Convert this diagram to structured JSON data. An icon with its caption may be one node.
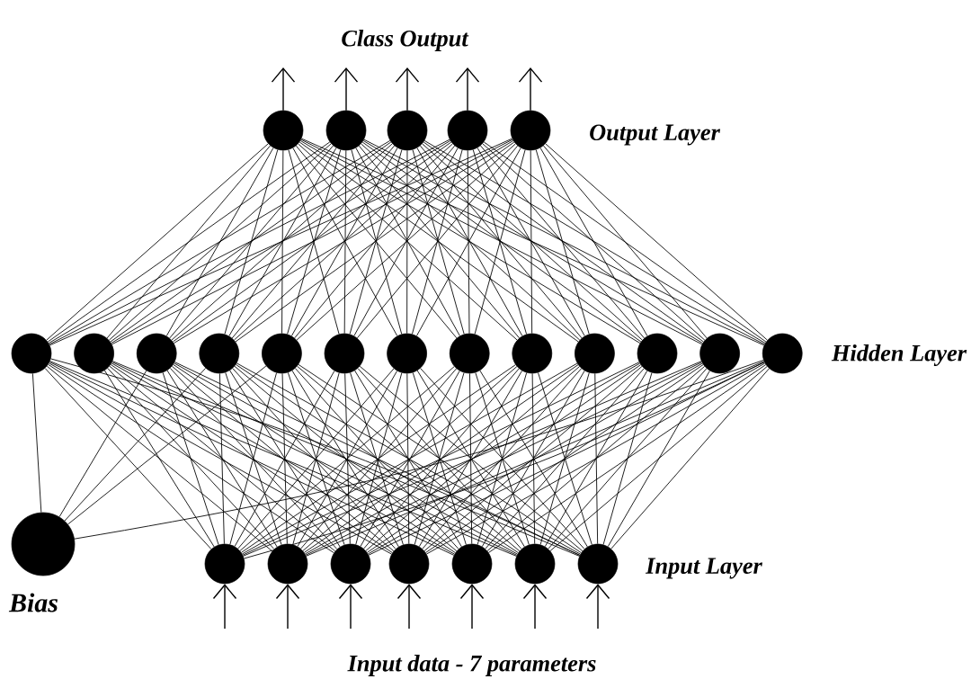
{
  "diagram": {
    "title": "Class Output",
    "caption": "Input data - 7 parameters",
    "nodes": [
      {
        "text": [],
        "shape": "circle"
      },
      {
        "text": [],
        "shape": "circle"
      },
      {
        "text": [],
        "shape": "circle"
      },
      {
        "text": [],
        "shape": "circle"
      },
      {
        "text": [],
        "shape": "circle"
      },
      {
        "text": [],
        "shape": "circle"
      },
      {
        "text": [],
        "shape": "circle"
      },
      {
        "text": [],
        "shape": "circle"
      },
      {
        "text": [],
        "shape": "circle"
      },
      {
        "text": [],
        "shape": "circle"
      },
      {
        "text": [],
        "shape": "circle"
      },
      {
        "text": [],
        "shape": "circle"
      },
      {
        "text": [],
        "shape": "circle"
      },
      {
        "text": [],
        "shape": "circle"
      },
      {
        "text": [],
        "shape": "circle"
      },
      {
        "text": [],
        "shape": "circle"
      },
      {
        "text": [],
        "shape": "circle"
      },
      {
        "text": [],
        "shape": "circle"
      },
      {
        "text": [],
        "shape": "circle"
      },
      {
        "text": [],
        "shape": "circle"
      },
      {
        "text": [],
        "shape": "circle"
      },
      {
        "text": [],
        "shape": "circle"
      },
      {
        "text": [],
        "shape": "circle"
      },
      {
        "text": [],
        "shape": "circle"
      },
      {
        "text": [],
        "shape": "circle"
      },
      {
        "text": [],
        "shape": "circle",
        "beside": [
          "Bias"
        ]
      }
    ],
    "edges": [
      {
        "from": 0,
        "to": null,
        "arrow": "to"
      },
      {
        "from": 1,
        "to": null,
        "arrow": "to"
      },
      {
        "from": 2,
        "to": null,
        "arrow": "to"
      },
      {
        "from": 3,
        "to": null,
        "arrow": "to"
      },
      {
        "from": 4,
        "to": null,
        "arrow": "to"
      },
      {
        "from": null,
        "to": 18,
        "arrow": "to"
      },
      {
        "from": null,
        "to": 19,
        "arrow": "to"
      },
      {
        "from": null,
        "to": 20,
        "arrow": "to"
      },
      {
        "from": null,
        "to": 21,
        "arrow": "to"
      },
      {
        "from": null,
        "to": 22,
        "arrow": "to"
      },
      {
        "from": null,
        "to": 23,
        "arrow": "to"
      },
      {
        "from": null,
        "to": 24,
        "arrow": "to"
      },
      {
        "from": 5,
        "to": 0,
        "arrow": "none"
      },
      {
        "from": 5,
        "to": 1,
        "arrow": "none"
      },
      {
        "from": 5,
        "to": 2,
        "arrow": "none"
      },
      {
        "from": 5,
        "to": 3,
        "arrow": "none"
      },
      {
        "from": 5,
        "to": 4,
        "arrow": "none"
      },
      {
        "from": 6,
        "to": 0,
        "arrow": "none"
      },
      {
        "from": 6,
        "to": 1,
        "arrow": "none"
      },
      {
        "from": 6,
        "to": 2,
        "arrow": "none"
      },
      {
        "from": 6,
        "to": 3,
        "arrow": "none"
      },
      {
        "from": 6,
        "to": 4,
        "arrow": "none"
      },
      {
        "from": 7,
        "to": 0,
        "arrow": "none"
      },
      {
        "from": 7,
        "to": 1,
        "arrow": "none"
      },
      {
        "from": 7,
        "to": 2,
        "arrow": "none"
      },
      {
        "from": 7,
        "to": 3,
        "arrow": "none"
      },
      {
        "from": 7,
        "to": 4,
        "arrow": "none"
      },
      {
        "from": 8,
        "to": 0,
        "arrow": "none"
      },
      {
        "from": 8,
        "to": 1,
        "arrow": "none"
      },
      {
        "from": 8,
        "to": 2,
        "arrow": "none"
      },
      {
        "from": 8,
        "to": 3,
        "arrow": "none"
      },
      {
        "from": 8,
        "to": 4,
        "arrow": "none"
      },
      {
        "from": 9,
        "to": 0,
        "arrow": "none"
      },
      {
        "from": 9,
        "to": 1,
        "arrow": "none"
      },
      {
        "from": 9,
        "to": 2,
        "arrow": "none"
      },
      {
        "from": 9,
        "to": 3,
        "arrow": "none"
      },
      {
        "from": 9,
        "to": 4,
        "arrow": "none"
      },
      {
        "from": 10,
        "to": 0,
        "arrow": "none"
      },
      {
        "from": 10,
        "to": 1,
        "arrow": "none"
      },
      {
        "from": 10,
        "to": 2,
        "arrow": "none"
      },
      {
        "from": 10,
        "to": 3,
        "arrow": "none"
      },
      {
        "from": 10,
        "to": 4,
        "arrow": "none"
      },
      {
        "from": 11,
        "to": 0,
        "arrow": "none"
      },
      {
        "from": 11,
        "to": 1,
        "arrow": "none"
      },
      {
        "from": 11,
        "to": 2,
        "arrow": "none"
      },
      {
        "from": 11,
        "to": 3,
        "arrow": "none"
      },
      {
        "from": 11,
        "to": 4,
        "arrow": "none"
      },
      {
        "from": 12,
        "to": 0,
        "arrow": "none"
      },
      {
        "from": 12,
        "to": 1,
        "arrow": "none"
      },
      {
        "from": 12,
        "to": 2,
        "arrow": "none"
      },
      {
        "from": 12,
        "to": 3,
        "arrow": "none"
      },
      {
        "from": 12,
        "to": 4,
        "arrow": "none"
      },
      {
        "from": 13,
        "to": 0,
        "arrow": "none"
      },
      {
        "from": 13,
        "to": 1,
        "arrow": "none"
      },
      {
        "from": 13,
        "to": 2,
        "arrow": "none"
      },
      {
        "from": 13,
        "to": 3,
        "arrow": "none"
      },
      {
        "from": 13,
        "to": 4,
        "arrow": "none"
      },
      {
        "from": 14,
        "to": 0,
        "arrow": "none"
      },
      {
        "from": 14,
        "to": 1,
        "arrow": "none"
      },
      {
        "from": 14,
        "to": 2,
        "arrow": "none"
      },
      {
        "from": 14,
        "to": 3,
        "arrow": "none"
      },
      {
        "from": 14,
        "to": 4,
        "arrow": "none"
      },
      {
        "from": 15,
        "to": 0,
        "arrow": "none"
      },
      {
        "from": 15,
        "to": 1,
        "arrow": "none"
      },
      {
        "from": 15,
        "to": 2,
        "arrow": "none"
      },
      {
        "from": 15,
        "to": 3,
        "arrow": "none"
      },
      {
        "from": 15,
        "to": 4,
        "arrow": "none"
      },
      {
        "from": 16,
        "to": 0,
        "arrow": "none"
      },
      {
        "from": 16,
        "to": 1,
        "arrow": "none"
      },
      {
        "from": 16,
        "to": 2,
        "arrow": "none"
      },
      {
        "from": 16,
        "to": 3,
        "arrow": "none"
      },
      {
        "from": 16,
        "to": 4,
        "arrow": "none"
      },
      {
        "from": 17,
        "to": 0,
        "arrow": "none"
      },
      {
        "from": 17,
        "to": 1,
        "arrow": "none"
      },
      {
        "from": 17,
        "to": 2,
        "arrow": "none"
      },
      {
        "from": 17,
        "to": 3,
        "arrow": "none"
      },
      {
        "from": 17,
        "to": 4,
        "arrow": "none"
      },
      {
        "from": 18,
        "to": 5,
        "arrow": "none"
      },
      {
        "from": 18,
        "to": 6,
        "arrow": "none"
      },
      {
        "from": 18,
        "to": 7,
        "arrow": "none"
      },
      {
        "from": 18,
        "to": 8,
        "arrow": "none"
      },
      {
        "from": 18,
        "to": 9,
        "arrow": "none"
      },
      {
        "from": 18,
        "to": 10,
        "arrow": "none"
      },
      {
        "from": 18,
        "to": 11,
        "arrow": "none"
      },
      {
        "from": 18,
        "to": 12,
        "arrow": "none"
      },
      {
        "from": 18,
        "to": 13,
        "arrow": "none"
      },
      {
        "from": 18,
        "to": 14,
        "arrow": "none"
      },
      {
        "from": 18,
        "to": 15,
        "arrow": "none"
      },
      {
        "from": 18,
        "to": 16,
        "arrow": "none"
      },
      {
        "from": 18,
        "to": 17,
        "arrow": "none"
      },
      {
        "from": 19,
        "to": 5,
        "arrow": "none"
      },
      {
        "from": 19,
        "to": 6,
        "arrow": "none"
      },
      {
        "from": 19,
        "to": 7,
        "arrow": "none"
      },
      {
        "from": 19,
        "to": 8,
        "arrow": "none"
      },
      {
        "from": 19,
        "to": 9,
        "arrow": "none"
      },
      {
        "from": 19,
        "to": 10,
        "arrow": "none"
      },
      {
        "from": 19,
        "to": 11,
        "arrow": "none"
      },
      {
        "from": 19,
        "to": 12,
        "arrow": "none"
      },
      {
        "from": 19,
        "to": 13,
        "arrow": "none"
      },
      {
        "from": 19,
        "to": 14,
        "arrow": "none"
      },
      {
        "from": 19,
        "to": 15,
        "arrow": "none"
      },
      {
        "from": 19,
        "to": 16,
        "arrow": "none"
      },
      {
        "from": 19,
        "to": 17,
        "arrow": "none"
      },
      {
        "from": 20,
        "to": 5,
        "arrow": "none"
      },
      {
        "from": 20,
        "to": 6,
        "arrow": "none"
      },
      {
        "from": 20,
        "to": 7,
        "arrow": "none"
      },
      {
        "from": 20,
        "to": 8,
        "arrow": "none"
      },
      {
        "from": 20,
        "to": 9,
        "arrow": "none"
      },
      {
        "from": 20,
        "to": 10,
        "arrow": "none"
      },
      {
        "from": 20,
        "to": 11,
        "arrow": "none"
      },
      {
        "from": 20,
        "to": 12,
        "arrow": "none"
      },
      {
        "from": 20,
        "to": 13,
        "arrow": "none"
      },
      {
        "from": 20,
        "to": 14,
        "arrow": "none"
      },
      {
        "from": 20,
        "to": 15,
        "arrow": "none"
      },
      {
        "from": 20,
        "to": 16,
        "arrow": "none"
      },
      {
        "from": 20,
        "to": 17,
        "arrow": "none"
      },
      {
        "from": 21,
        "to": 5,
        "arrow": "none"
      },
      {
        "from": 21,
        "to": 6,
        "arrow": "none"
      },
      {
        "from": 21,
        "to": 7,
        "arrow": "none"
      },
      {
        "from": 21,
        "to": 8,
        "arrow": "none"
      },
      {
        "from": 21,
        "to": 9,
        "arrow": "none"
      },
      {
        "from": 21,
        "to": 10,
        "arrow": "none"
      },
      {
        "from": 21,
        "to": 11,
        "arrow": "none"
      },
      {
        "from": 21,
        "to": 12,
        "arrow": "none"
      },
      {
        "from": 21,
        "to": 13,
        "arrow": "none"
      },
      {
        "from": 21,
        "to": 14,
        "arrow": "none"
      },
      {
        "from": 21,
        "to": 15,
        "arrow": "none"
      },
      {
        "from": 21,
        "to": 16,
        "arrow": "none"
      },
      {
        "from": 21,
        "to": 17,
        "arrow": "none"
      },
      {
        "from": 22,
        "to": 5,
        "arrow": "none"
      },
      {
        "from": 22,
        "to": 6,
        "arrow": "none"
      },
      {
        "from": 22,
        "to": 7,
        "arrow": "none"
      },
      {
        "from": 22,
        "to": 8,
        "arrow": "none"
      },
      {
        "from": 22,
        "to": 9,
        "arrow": "none"
      },
      {
        "from": 22,
        "to": 10,
        "arrow": "none"
      },
      {
        "from": 22,
        "to": 11,
        "arrow": "none"
      },
      {
        "from": 22,
        "to": 12,
        "arrow": "none"
      },
      {
        "from": 22,
        "to": 13,
        "arrow": "none"
      },
      {
        "from": 22,
        "to": 14,
        "arrow": "none"
      },
      {
        "from": 22,
        "to": 15,
        "arrow": "none"
      },
      {
        "from": 22,
        "to": 16,
        "arrow": "none"
      },
      {
        "from": 22,
        "to": 17,
        "arrow": "none"
      },
      {
        "from": 23,
        "to": 5,
        "arrow": "none"
      },
      {
        "from": 23,
        "to": 6,
        "arrow": "none"
      },
      {
        "from": 23,
        "to": 7,
        "arrow": "none"
      },
      {
        "from": 23,
        "to": 8,
        "arrow": "none"
      },
      {
        "from": 23,
        "to": 9,
        "arrow": "none"
      },
      {
        "from": 23,
        "to": 10,
        "arrow": "none"
      },
      {
        "from": 23,
        "to": 11,
        "arrow": "none"
      },
      {
        "from": 23,
        "to": 12,
        "arrow": "none"
      },
      {
        "from": 23,
        "to": 13,
        "arrow": "none"
      },
      {
        "from": 23,
        "to": 14,
        "arrow": "none"
      },
      {
        "from": 23,
        "to": 15,
        "arrow": "none"
      },
      {
        "from": 23,
        "to": 16,
        "arrow": "none"
      },
      {
        "from": 23,
        "to": 17,
        "arrow": "none"
      },
      {
        "from": 24,
        "to": 5,
        "arrow": "none"
      },
      {
        "from": 24,
        "to": 6,
        "arrow": "none"
      },
      {
        "from": 24,
        "to": 7,
        "arrow": "none"
      },
      {
        "from": 24,
        "to": 8,
        "arrow": "none"
      },
      {
        "from": 24,
        "to": 9,
        "arrow": "none"
      },
      {
        "from": 24,
        "to": 10,
        "arrow": "none"
      },
      {
        "from": 24,
        "to": 11,
        "arrow": "none"
      },
      {
        "from": 24,
        "to": 12,
        "arrow": "none"
      },
      {
        "from": 24,
        "to": 13,
        "arrow": "none"
      },
      {
        "from": 24,
        "to": 14,
        "arrow": "none"
      },
      {
        "from": 24,
        "to": 15,
        "arrow": "none"
      },
      {
        "from": 24,
        "to": 16,
        "arrow": "none"
      },
      {
        "from": 24,
        "to": 17,
        "arrow": "none"
      },
      {
        "from": 25,
        "to": 5,
        "arrow": "none"
      },
      {
        "from": 25,
        "to": 7,
        "arrow": "none"
      },
      {
        "from": 25,
        "to": 8,
        "arrow": "none"
      },
      {
        "from": 25,
        "to": 9,
        "arrow": "none"
      },
      {
        "from": 25,
        "to": 17,
        "arrow": "none"
      }
    ],
    "labels": [
      "Output Layer",
      "Hidden Layer",
      "Input Layer"
    ]
  }
}
